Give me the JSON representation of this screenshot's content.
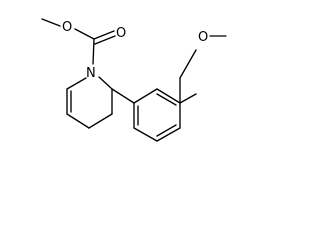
{
  "structure": {
    "atoms": {
      "ester_oxygen": "O",
      "carbonyl_oxygen": "O",
      "ring_nitrogen": "N",
      "ether_oxygen": "O"
    }
  }
}
